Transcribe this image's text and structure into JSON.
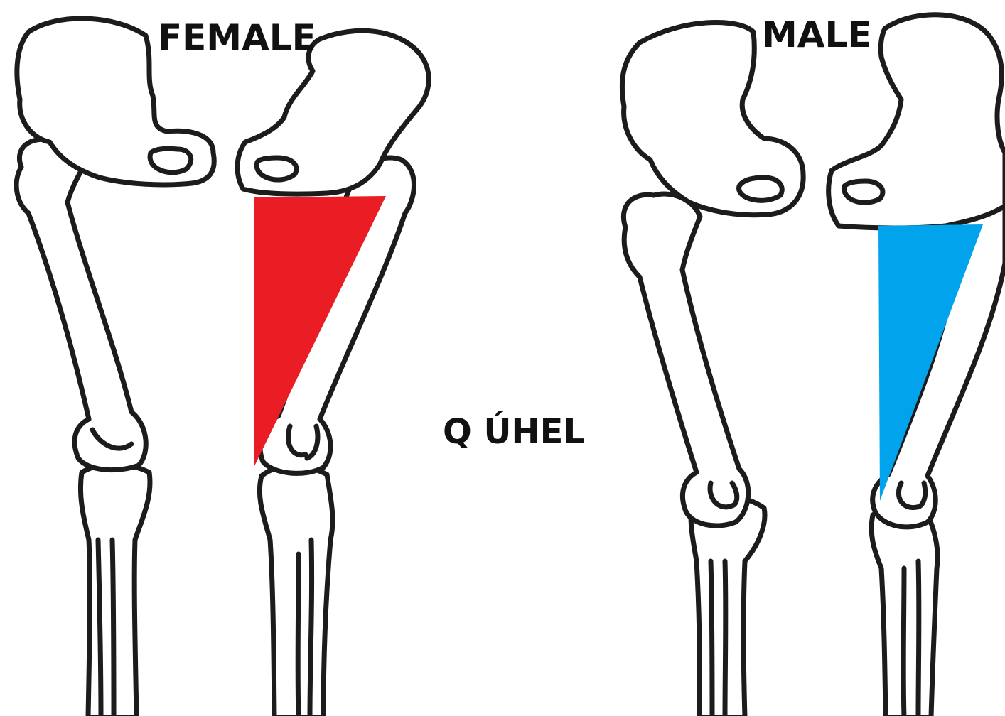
{
  "labels": {
    "female": "FEMALE",
    "male": "MALE",
    "center": "Q ÚHEL"
  },
  "colors": {
    "female_angle": "#ea1c24",
    "male_angle": "#00a3ec",
    "outline": "#1c1c1c",
    "background": "#ffffff"
  },
  "panels": [
    {
      "sex": "female",
      "angle_color": "red"
    },
    {
      "sex": "male",
      "angle_color": "blue"
    }
  ]
}
